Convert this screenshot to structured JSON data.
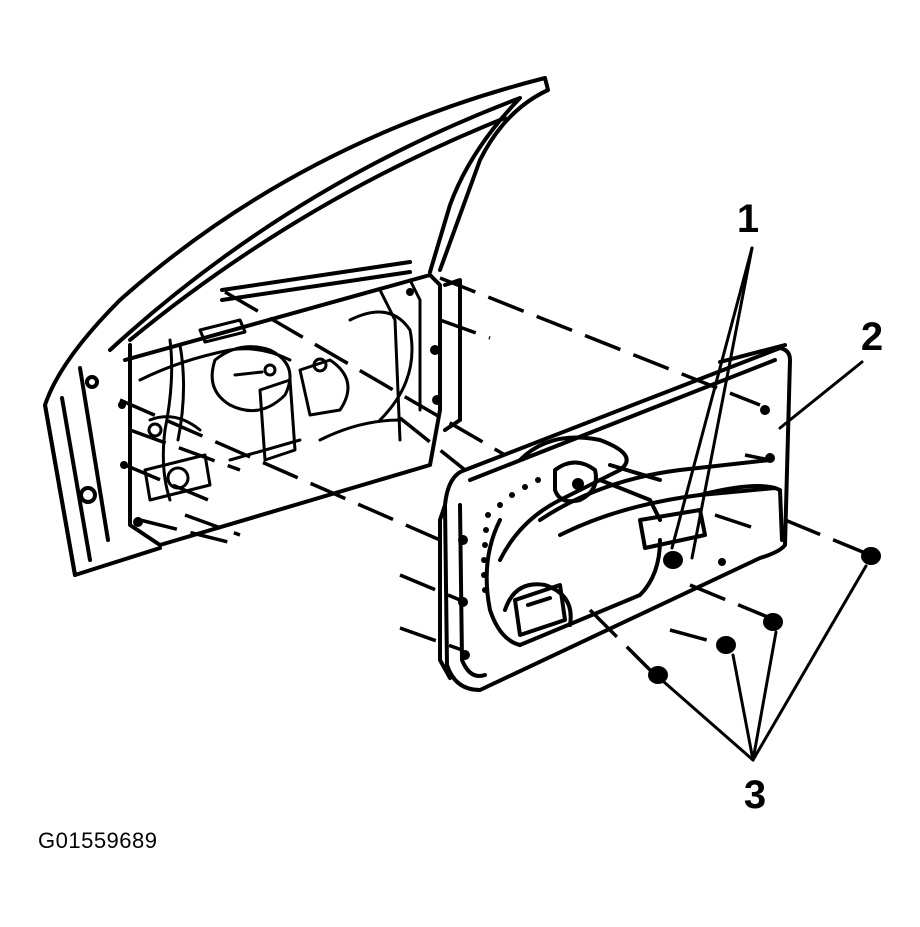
{
  "diagram": {
    "callouts": [
      {
        "id": "1",
        "label": "1"
      },
      {
        "id": "2",
        "label": "2"
      },
      {
        "id": "3",
        "label": "3"
      }
    ],
    "figure_id": "G01559689",
    "colors": {
      "ink": "#000000",
      "background": "#ffffff"
    }
  }
}
